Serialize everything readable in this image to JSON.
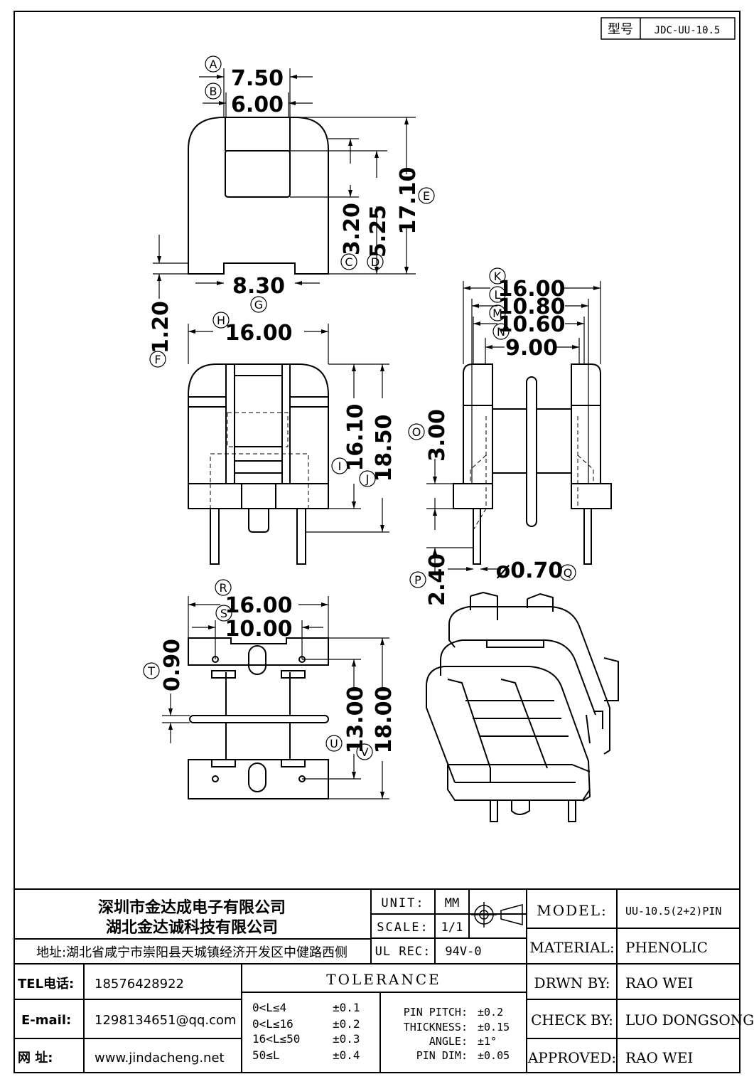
{
  "header": {
    "model_label": "型号",
    "model_value": "JDC-UU-10.5"
  },
  "dimensions": {
    "A": {
      "label": "A",
      "value": "7.50"
    },
    "B": {
      "label": "B",
      "value": "6.00"
    },
    "C": {
      "label": "C",
      "value": "3.20"
    },
    "D": {
      "label": "D",
      "value": "5.25"
    },
    "E": {
      "label": "E",
      "value": "17.10"
    },
    "F": {
      "label": "F",
      "value": "1.20"
    },
    "G": {
      "label": "G",
      "value": "8.30"
    },
    "H": {
      "label": "H",
      "value": "16.00"
    },
    "I": {
      "label": "I",
      "value": "16.10"
    },
    "J": {
      "label": "J",
      "value": "18.50"
    },
    "K": {
      "label": "K",
      "value": "16.00"
    },
    "L": {
      "label": "L",
      "value": "10.80"
    },
    "M": {
      "label": "M",
      "value": "10.60"
    },
    "N": {
      "label": "N",
      "value": "9.00"
    },
    "O": {
      "label": "O",
      "value": "3.00"
    },
    "P": {
      "label": "P",
      "value": "2.40"
    },
    "Q": {
      "label": "Q",
      "value": "ø0.70"
    },
    "R": {
      "label": "R",
      "value": "16.00"
    },
    "S": {
      "label": "S",
      "value": "10.00"
    },
    "T": {
      "label": "T",
      "value": "0.90"
    },
    "U": {
      "label": "U",
      "value": "13.00"
    },
    "V": {
      "label": "V",
      "value": "18.00"
    }
  },
  "company": {
    "name_1": "深圳市金达成电子有限公司",
    "name_2": "湖北金达诚科技有限公司",
    "address": "地址:湖北省咸宁市崇阳县天城镇经济开发区中健路西侧",
    "tel_label": "TEL电话:",
    "tel": "18576428922",
    "email_label": "E-mail:",
    "email": "1298134651@qq.com",
    "web_label": "网    址:",
    "web": "www.jindacheng.net"
  },
  "specs": {
    "unit_label": "UNIT:",
    "unit": "MM",
    "scale_label": "SCALE:",
    "scale": "1/1",
    "ul_label": "UL REC:",
    "ul": "94V-0"
  },
  "tolerance": {
    "title": "TOLERANCE",
    "ranges": [
      {
        "range": "0<L≤4",
        "tol": "±0.1"
      },
      {
        "range": "0<L≤16",
        "tol": "±0.2"
      },
      {
        "range": "16<L≤50",
        "tol": "±0.3"
      },
      {
        "range": "50≤L",
        "tol": "±0.4"
      }
    ],
    "pin": [
      {
        "label": "PIN PITCH:",
        "tol": "±0.2"
      },
      {
        "label": "THICKNESS:",
        "tol": "±0.15"
      },
      {
        "label": "ANGLE:",
        "tol": "±1°"
      },
      {
        "label": "PIN DIM:",
        "tol": "±0.05"
      }
    ]
  },
  "info": {
    "model_label": "MODEL:",
    "model": "UU-10.5(2+2)PIN",
    "material_label": "MATERIAL:",
    "material": "PHENOLIC",
    "drawn_label": "DRWN BY:",
    "drawn": "RAO WEI",
    "check_label": "CHECK BY:",
    "check": "LUO DONGSONG",
    "approved_label": "APPROVED:",
    "approved": "RAO WEI"
  }
}
